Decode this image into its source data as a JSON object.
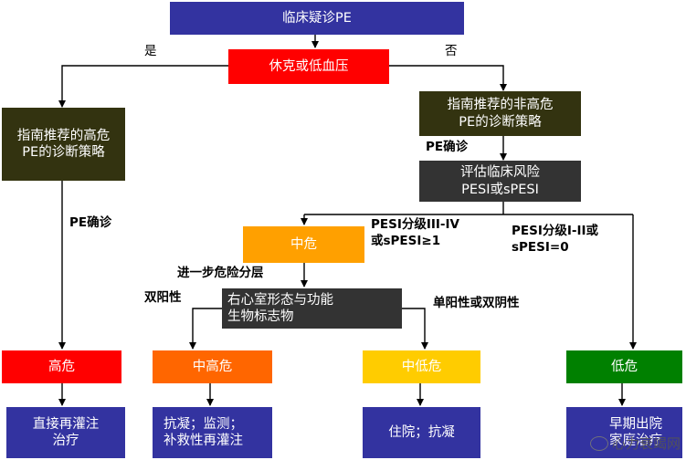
{
  "nodes": {
    "suspected_pe": {
      "label": "临床疑诊PE",
      "color": "#3333a0"
    },
    "shock": {
      "label": "休克或低血压",
      "color": "#ff0000"
    },
    "high_risk_strategy": {
      "label": "指南推荐的高危\nPE的诊断策略",
      "color": "#333310"
    },
    "nonhigh_risk_strategy": {
      "label": "指南推荐的非高危\nPE的诊断策略",
      "color": "#333310"
    },
    "assess_risk": {
      "label": "评估临床风险\nPESI或sPESI",
      "color": "#333333"
    },
    "intermediate": {
      "label": "中危",
      "color": "#ffa000"
    },
    "rv_biomarkers": {
      "label": "右心室形态与功能\n生物标志物",
      "color": "#333333"
    },
    "high": {
      "label": "高危",
      "color": "#ff0000"
    },
    "intermediate_high": {
      "label": "中高危",
      "color": "#ff6600"
    },
    "intermediate_low": {
      "label": "中低危",
      "color": "#ffcc00"
    },
    "low": {
      "label": "低危",
      "color": "#008000"
    },
    "tx_high": {
      "label": "直接再灌注\n治疗",
      "color": "#3333a0"
    },
    "tx_int_high": {
      "label": "抗凝；监测；\n补救性再灌注",
      "color": "#3333a0"
    },
    "tx_int_low": {
      "label": "住院；抗凝",
      "color": "#3333a0"
    },
    "tx_low": {
      "label": "早期出院\n家庭治疗",
      "color": "#3333a0"
    }
  },
  "edge_labels": {
    "yes": "是",
    "no": "否",
    "pe_confirmed_left": "PE确诊",
    "pe_confirmed_right": "PE确诊",
    "pesi_34": "PESI分级III-IV\n或sPESI≥1",
    "pesi_12": "PESI分级I-II或\nsPESI=0",
    "further_stratify": "进一步危险分层",
    "both_positive": "双阳性",
    "single_or_both_negative": "单阳性或双阴性"
  },
  "watermark": {
    "text": "心力衰竭网"
  }
}
